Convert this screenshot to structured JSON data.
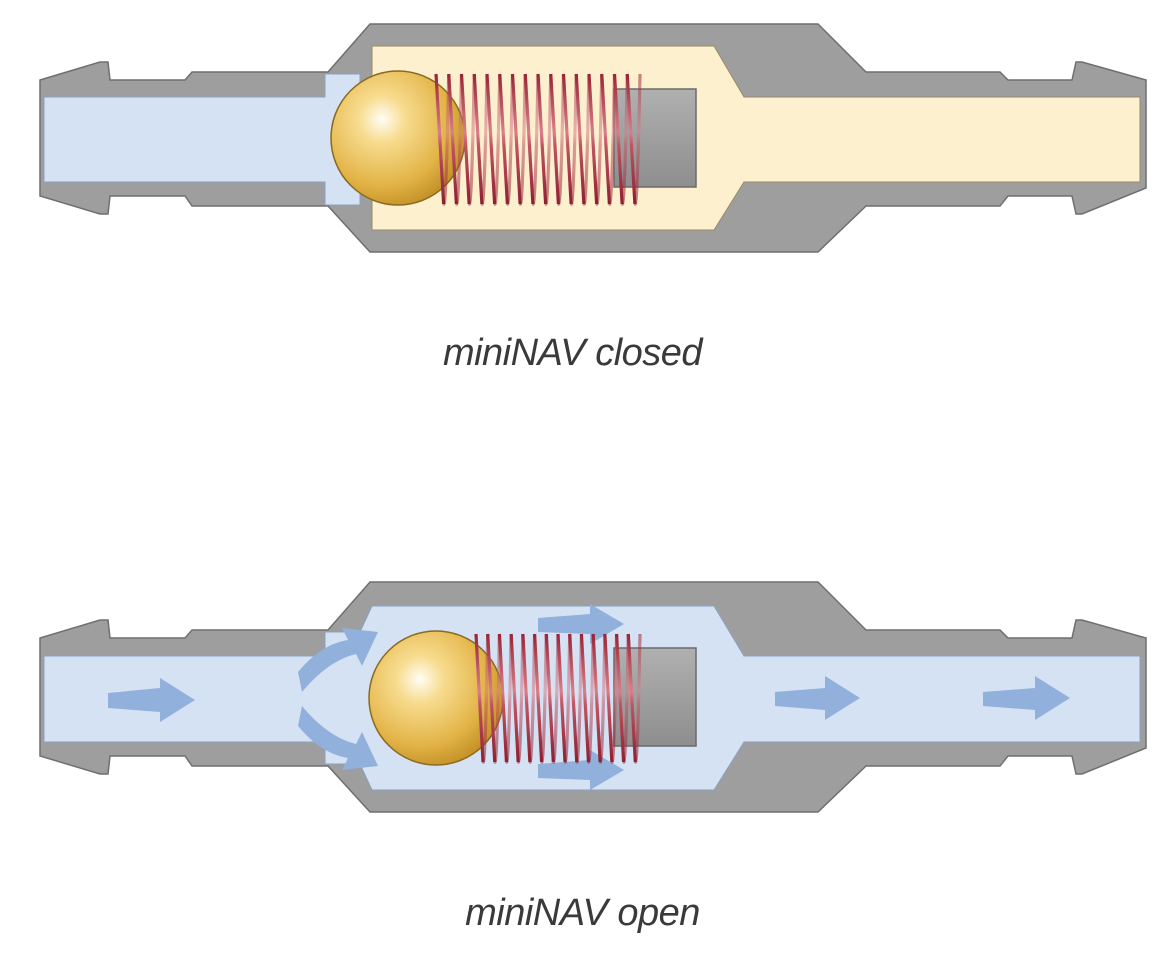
{
  "figure": {
    "panels": [
      {
        "id": "closed",
        "caption": "miniNAV closed",
        "state": "closed"
      },
      {
        "id": "open",
        "caption": "miniNAV open",
        "state": "open"
      }
    ]
  },
  "colors": {
    "housing": "#9e9e9e",
    "housing_stroke": "#6f6f6f",
    "fluid_blue": "#d4e2f4",
    "fluid_yellow": "#fcf0cf",
    "ball": "#e2b84a",
    "spring": "#a12a3a",
    "stop_block": "#9c9c9c",
    "flow_arrow": "#92b0dc"
  },
  "icons": [
    "check-ball-icon",
    "spring-icon",
    "flow-arrow-icon"
  ]
}
